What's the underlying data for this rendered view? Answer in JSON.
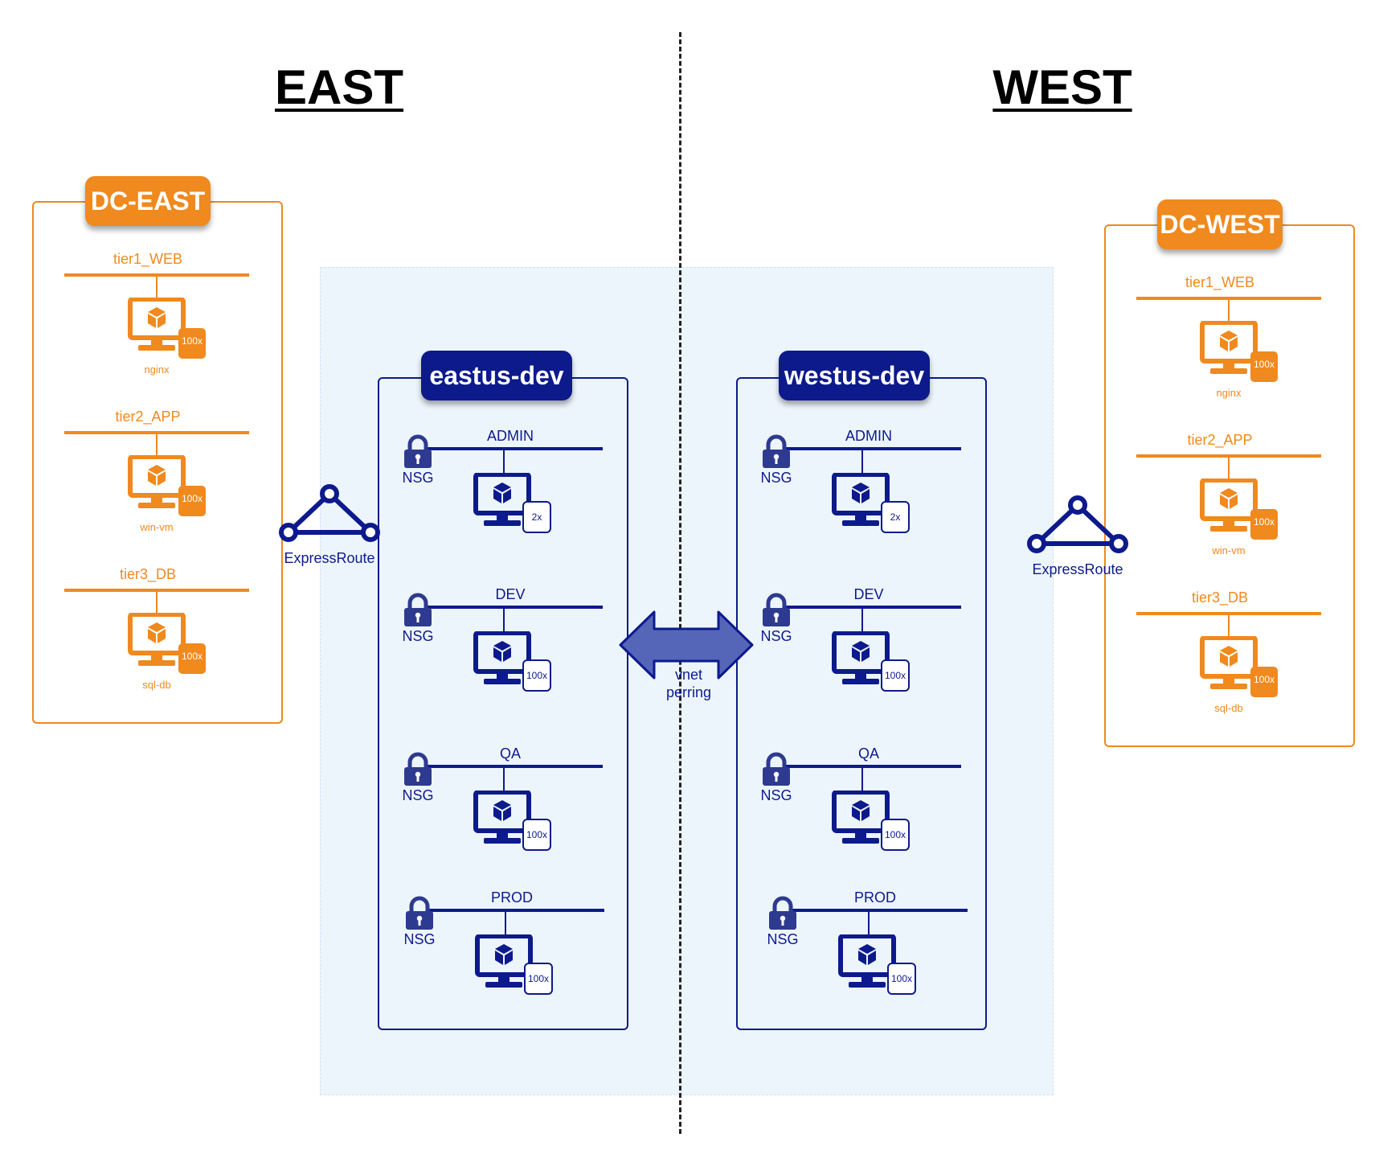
{
  "headings": {
    "east": "EAST",
    "west": "WEST"
  },
  "dc_east": {
    "title": "DC-EAST",
    "tiers": [
      {
        "name": "tier1_WEB",
        "count": "100x",
        "vm": "nginx"
      },
      {
        "name": "tier2_APP",
        "count": "100x",
        "vm": "win-vm"
      },
      {
        "name": "tier3_DB",
        "count": "100x",
        "vm": "sql-db"
      }
    ]
  },
  "dc_west": {
    "title": "DC-WEST",
    "tiers": [
      {
        "name": "tier1_WEB",
        "count": "100x",
        "vm": "nginx"
      },
      {
        "name": "tier2_APP",
        "count": "100x",
        "vm": "win-vm"
      },
      {
        "name": "tier3_DB",
        "count": "100x",
        "vm": "sql-db"
      }
    ]
  },
  "vnet_east": {
    "title": "eastus-dev",
    "subnets": [
      {
        "name": "ADMIN",
        "nsg": "NSG",
        "count": "2x"
      },
      {
        "name": "DEV",
        "nsg": "NSG",
        "count": "100x"
      },
      {
        "name": "QA",
        "nsg": "NSG",
        "count": "100x"
      },
      {
        "name": "PROD",
        "nsg": "NSG",
        "count": "100x"
      }
    ]
  },
  "vnet_west": {
    "title": "westus-dev",
    "subnets": [
      {
        "name": "ADMIN",
        "nsg": "NSG",
        "count": "2x"
      },
      {
        "name": "DEV",
        "nsg": "NSG",
        "count": "100x"
      },
      {
        "name": "QA",
        "nsg": "NSG",
        "count": "100x"
      },
      {
        "name": "PROD",
        "nsg": "NSG",
        "count": "100x"
      }
    ]
  },
  "connections": {
    "expressroute_east": "ExpressRoute",
    "expressroute_west": "ExpressRoute",
    "peering_line1": "vnet",
    "peering_line2": "perring"
  },
  "colors": {
    "orange": "#f0891e",
    "navy": "#0d1a8c",
    "cloud": "#edf5fc",
    "arrow": "#5566b8"
  },
  "icons": {
    "vm": "monitor-cube-icon",
    "lock": "lock-icon",
    "expressroute": "triangle-network-icon",
    "peering": "double-arrow-icon"
  }
}
